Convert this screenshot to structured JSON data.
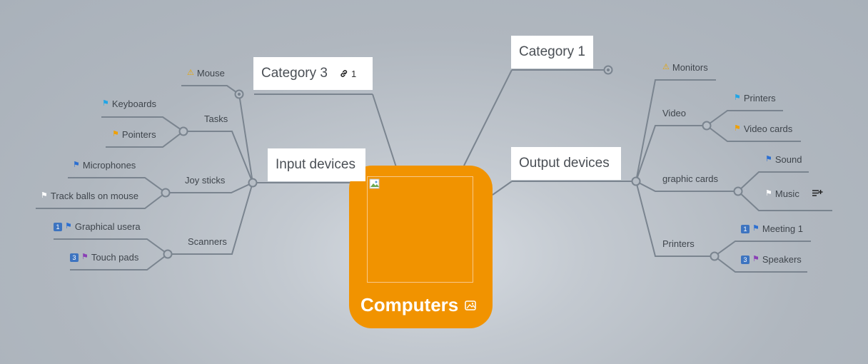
{
  "central": {
    "title": "Computers",
    "icon": "image-icon",
    "image_icon": "broken-image-icon"
  },
  "main_topics": {
    "category3": {
      "label": "Category 3",
      "link_icon": "link-icon",
      "link_count": "1"
    },
    "input_devices": {
      "label": "Input devices"
    },
    "category1": {
      "label": "Category 1"
    },
    "output_devices": {
      "label": "Output devices"
    }
  },
  "left": {
    "mouse": "Mouse",
    "tasks": "Tasks",
    "keyboards": "Keyboards",
    "pointers": "Pointers",
    "joy_sticks": "Joy sticks",
    "microphones": "Microphones",
    "track_balls": "Track balls on mouse",
    "scanners": "Scanners",
    "graphical_usera": "Graphical usera",
    "touch_pads": "Touch pads"
  },
  "right": {
    "monitors": "Monitors",
    "video": "Video",
    "printers_video": "Printers",
    "video_cards": "Video cards",
    "graphic_cards": "graphic cards",
    "sound": "Sound",
    "music": "Music",
    "printers": "Printers",
    "meeting1": "Meeting 1",
    "speakers": "Speakers"
  },
  "priority_badges": {
    "one": "1",
    "three": "3"
  },
  "colors": {
    "central": "#f19300",
    "line": "#7a848f",
    "flag_blue": "#2c6fd1",
    "flag_cyan": "#21a5e6",
    "flag_orange": "#f0a000",
    "flag_purple": "#8a3fb5",
    "flag_white": "#ffffff",
    "warning": "#e8a400"
  }
}
